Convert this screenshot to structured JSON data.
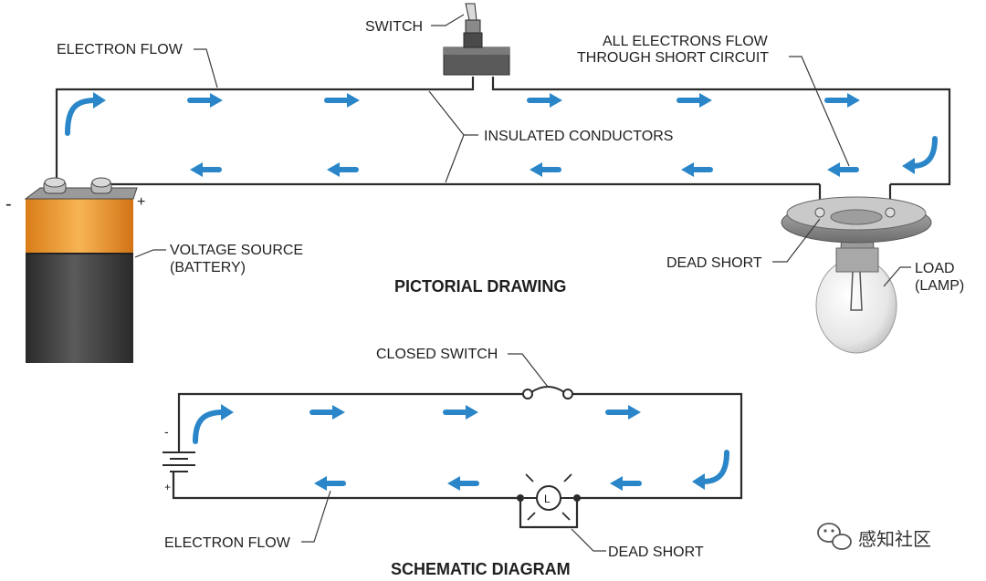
{
  "labels": {
    "electron_flow_top": "ELECTRON FLOW",
    "switch": "SWITCH",
    "all_electrons_line1": "ALL ELECTRONS FLOW",
    "all_electrons_line2": "THROUGH SHORT CIRCUIT",
    "insulated_conductors": "INSULATED CONDUCTORS",
    "voltage_source_line1": "VOLTAGE SOURCE",
    "voltage_source_line2": "(BATTERY)",
    "minus": "-",
    "plus": "+",
    "dead_short_top": "DEAD SHORT",
    "load_line1": "LOAD",
    "load_line2": "(LAMP)",
    "pictorial_drawing": "PICTORIAL DRAWING",
    "closed_switch": "CLOSED SWITCH",
    "lamp_symbol": "L",
    "electron_flow_bottom": "ELECTRON FLOW",
    "dead_short_bottom": "DEAD SHORT",
    "schematic_diagram": "SCHEMATIC DIAGRAM",
    "watermark": "感知社区"
  },
  "colors": {
    "arrow": "#2a86c8",
    "battery_top": "#f29b2e",
    "battery_body": "#3e3e3e"
  },
  "icons": {
    "watermark_logo": "wechat-logo-icon"
  }
}
